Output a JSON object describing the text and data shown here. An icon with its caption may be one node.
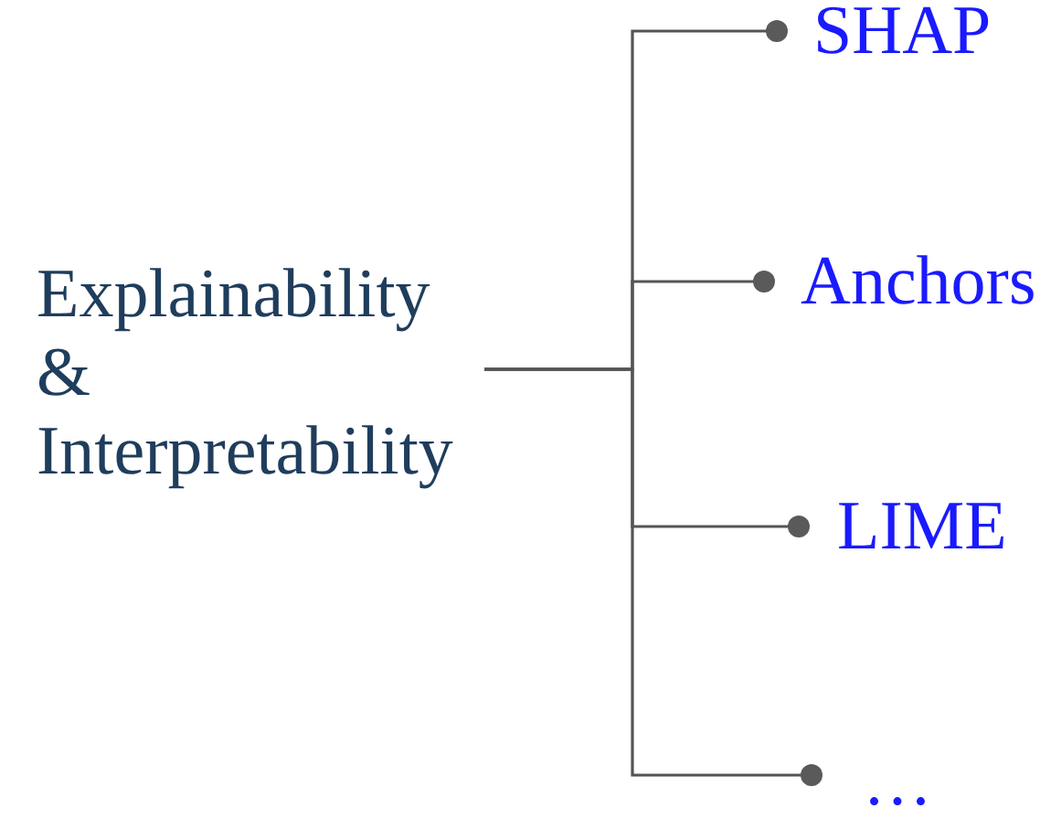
{
  "diagram": {
    "nodes": [
      {
        "text": [
          "Explainability & Interpretability"
        ]
      },
      {
        "text": [
          "SHAP"
        ]
      },
      {
        "text": [
          "Anchors"
        ]
      },
      {
        "text": [
          "LIME"
        ]
      },
      {
        "text": [
          "…"
        ]
      }
    ],
    "edges": [
      {
        "from": 0,
        "to": 1,
        "arrow": "other"
      },
      {
        "from": 0,
        "to": 2,
        "arrow": "other"
      },
      {
        "from": 0,
        "to": 3,
        "arrow": "other"
      },
      {
        "from": 0,
        "to": 4,
        "arrow": "other"
      }
    ]
  }
}
